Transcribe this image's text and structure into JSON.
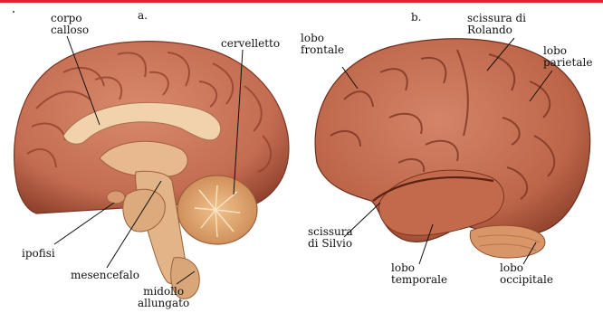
{
  "panels": [
    {
      "letter": "a."
    },
    {
      "letter": "b."
    }
  ],
  "labels": {
    "corpo_calloso": [
      "corpo",
      "calloso"
    ],
    "cervelletto": "cervelletto",
    "ipofisi": "ipofisi",
    "mesencefalo": "mesencefalo",
    "midollo_allungato": [
      "midollo",
      "allungato"
    ],
    "scissura_di_rolando": [
      "scissura di",
      "Rolando"
    ],
    "lobo_frontale": [
      "lobo",
      "frontale"
    ],
    "lobo_parietale": [
      "lobo",
      "parietale"
    ],
    "scissura_di_silvio": [
      "scissura",
      "di Silvio"
    ],
    "lobo_temporale": [
      "lobo",
      "temporale"
    ],
    "lobo_occipitale": [
      "lobo",
      "occipitale"
    ]
  },
  "colors": {
    "border_top": "#e8202a",
    "cortex": "#c9745a",
    "cortex_dark": "#8e3f2a",
    "inner": "#e8b98f",
    "cerebellum": "#e0a86e",
    "leader": "#111111"
  }
}
